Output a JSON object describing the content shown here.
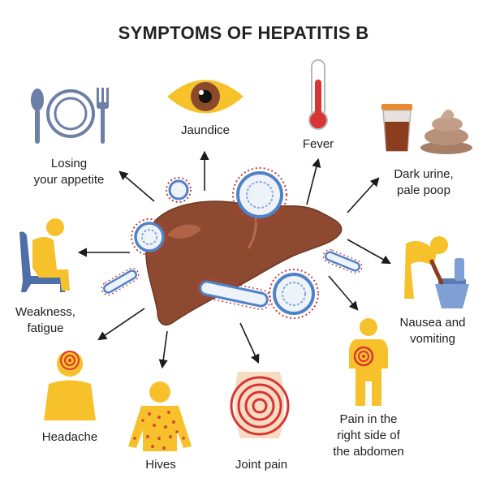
{
  "title": "SYMPTOMS OF HEPATITIS B",
  "colors": {
    "liver": "#8d4a31",
    "liver_highlight": "#b86a4b",
    "virus_outline": "#4f82c8",
    "virus_spike": "#c43c3c",
    "figure_yellow": "#f6c12b",
    "chair_blue": "#4f6fa8",
    "pain_red": "#d93434",
    "arrow": "#1c1c1c"
  },
  "symptoms": {
    "appetite": {
      "lines": [
        "Losing",
        "your appetite"
      ],
      "icon": "utensils-plate-icon"
    },
    "jaundice": {
      "lines": [
        "Jaundice"
      ],
      "icon": "yellow-eye-icon"
    },
    "fever": {
      "lines": [
        "Fever"
      ],
      "icon": "thermometer-icon"
    },
    "dark_urine": {
      "lines": [
        "Dark urine,",
        "pale poop"
      ],
      "icon": "urine-cup-stool-icon"
    },
    "nausea": {
      "lines": [
        "Nausea and",
        "vomiting"
      ],
      "icon": "vomiting-person-icon"
    },
    "abdomen": {
      "lines": [
        "Pain in the",
        "right side of",
        "the abdomen"
      ],
      "icon": "abdominal-pain-person-icon"
    },
    "joint": {
      "lines": [
        "Joint pain"
      ],
      "icon": "knee-pain-icon"
    },
    "hives": {
      "lines": [
        "Hives"
      ],
      "icon": "rash-person-icon"
    },
    "headache": {
      "lines": [
        "Headache"
      ],
      "icon": "headache-person-icon"
    },
    "weakness": {
      "lines": [
        "Weakness,",
        "fatigue"
      ],
      "icon": "tired-person-icon"
    }
  }
}
